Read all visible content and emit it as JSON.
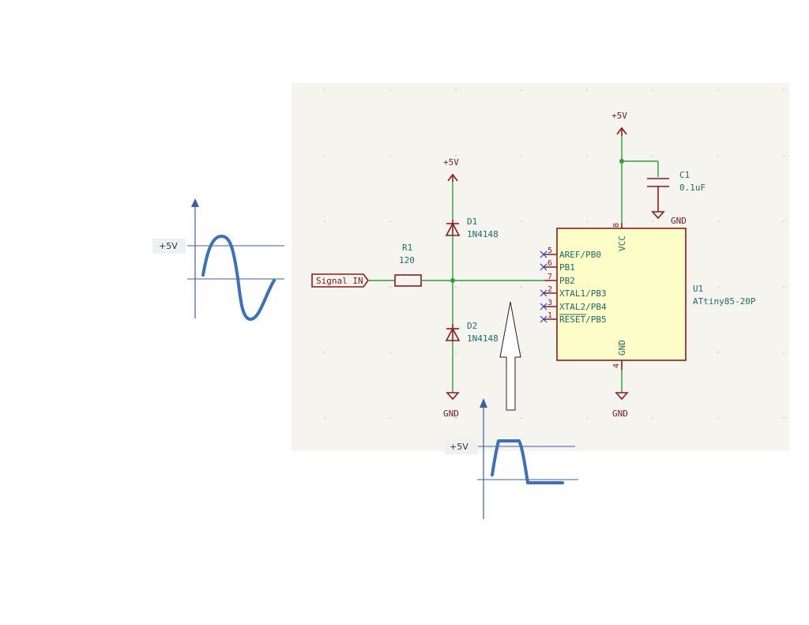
{
  "schematic": {
    "background": "#f5f4ef",
    "wire_color": "#2f9e3a",
    "symbol_color": "#8e1a1a",
    "text_color": "#1d6a6a",
    "nc_color": "#2a3cc8",
    "power_top_ic": "+5V",
    "power_top_diode": "+5V",
    "gnd_cap": "GND",
    "gnd_diode": "GND",
    "gnd_ic": "GND",
    "capacitor": {
      "ref": "C1",
      "value": "0.1uF"
    },
    "resistor": {
      "ref": "R1",
      "value": "120"
    },
    "diode_top": {
      "ref": "D1",
      "value": "1N4148"
    },
    "diode_bottom": {
      "ref": "D2",
      "value": "1N4148"
    },
    "input_label": "Signal IN",
    "ic": {
      "ref": "U1",
      "value": "ATtiny85-20P",
      "vcc_label": "VCC",
      "vcc_pin": "8",
      "gnd_label": "GND",
      "gnd_pin": "4",
      "pins": [
        {
          "num": "5",
          "name": "AREF/PB0",
          "nc": true
        },
        {
          "num": "6",
          "name": "PB1",
          "nc": true
        },
        {
          "num": "7",
          "name": "PB2",
          "nc": false
        },
        {
          "num": "2",
          "name": "XTAL1/PB3",
          "nc": true
        },
        {
          "num": "3",
          "name": "XTAL2/PB4",
          "nc": true
        },
        {
          "num": "1",
          "name": "RESET/PB5",
          "nc": true
        }
      ]
    }
  },
  "sine_graph": {
    "level_label": "+5V",
    "wave_color": "#3c70b8"
  },
  "clipped_graph": {
    "level_label": "+5V",
    "wave_color": "#3c70b8"
  }
}
